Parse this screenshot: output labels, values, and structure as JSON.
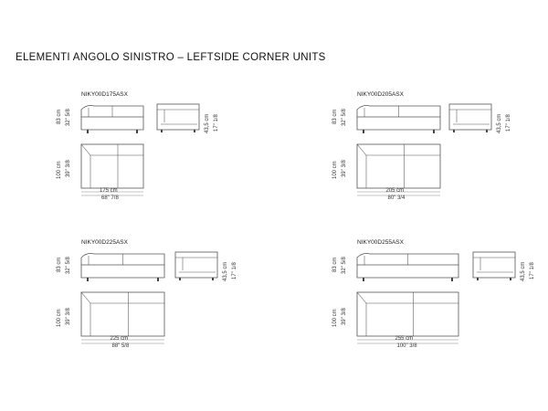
{
  "header": {
    "title": "ELEMENTI ANGOLO SINISTRO – LEFTSIDE CORNER UNITS"
  },
  "units": [
    {
      "code": "NIKY00D175ASX",
      "width_cm": "175 cm",
      "width_in": "68\" 7/8",
      "height_cm": "83 cm",
      "height_in": "32\" 5/8",
      "seat_h_cm": "43,5 cm",
      "seat_h_in": "17\" 1/8",
      "depth_cm": "100 cm",
      "depth_in": "39\" 3/8"
    },
    {
      "code": "NIKY00D205ASX",
      "width_cm": "205 cm",
      "width_in": "80\" 3/4",
      "height_cm": "83 cm",
      "height_in": "32\" 5/8",
      "seat_h_cm": "43,5 cm",
      "seat_h_in": "17\" 1/8",
      "depth_cm": "100 cm",
      "depth_in": "39\" 3/8"
    },
    {
      "code": "NIKY00D225ASX",
      "width_cm": "225 cm",
      "width_in": "88\" 5/8",
      "height_cm": "83 cm",
      "height_in": "32\" 5/8",
      "seat_h_cm": "43,5 cm",
      "seat_h_in": "17\" 1/8",
      "depth_cm": "100 cm",
      "depth_in": "39\" 3/8"
    },
    {
      "code": "NIKY00D255ASX",
      "width_cm": "255 cm",
      "width_in": "100\" 3/8",
      "height_cm": "83 cm",
      "height_in": "32\" 5/8",
      "seat_h_cm": "43,5 cm",
      "seat_h_in": "17\" 1/8",
      "depth_cm": "100 cm",
      "depth_in": "39\" 3/8"
    }
  ]
}
